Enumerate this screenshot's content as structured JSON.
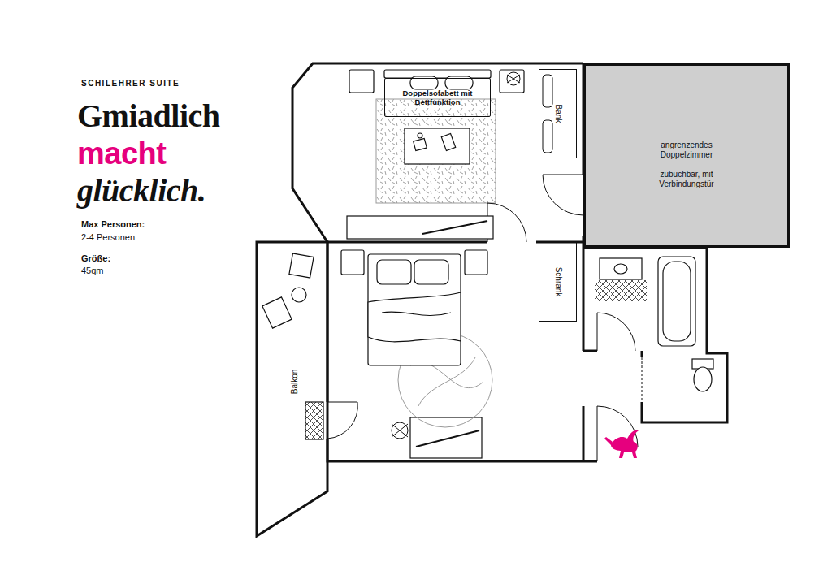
{
  "diagram": {
    "title": "Gmiadlich macht glücklich.",
    "nodes": [
      {
        "text": [
          "Doppelsofabett mit Bettfunktion"
        ]
      },
      {
        "text": [
          "Bank"
        ]
      },
      {
        "text": [
          "angrenzendes Doppelzimmer",
          "zubuchbar, mit Verbindungstür"
        ]
      },
      {
        "text": [
          "Schrank"
        ]
      },
      {
        "text": [
          "Balkon"
        ]
      }
    ],
    "labels": [
      "SCHILEHRER SUITE",
      "Max Personen:",
      "2-4 Personen",
      "Größe:",
      "45qm"
    ]
  }
}
